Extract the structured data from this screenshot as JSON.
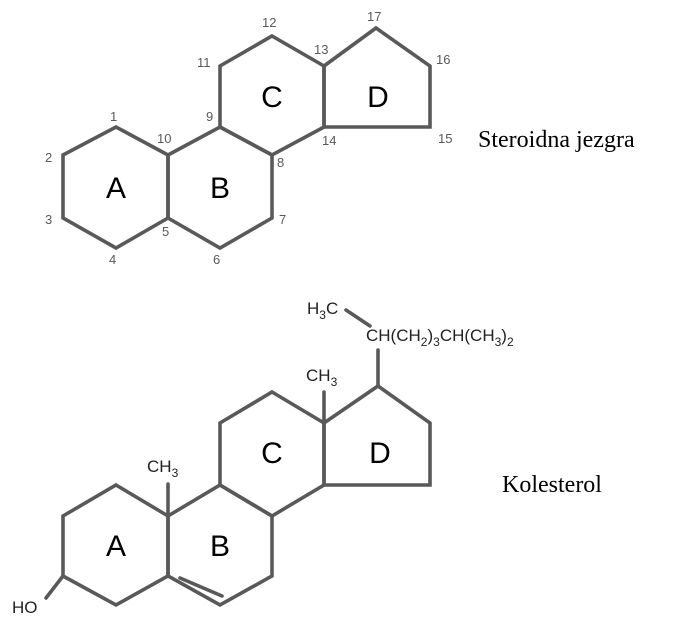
{
  "colors": {
    "bond": "#595959",
    "text": "#000000",
    "atom_number": "#595959"
  },
  "steroid": {
    "caption": "Steroidna jezgra",
    "rings": {
      "a": "A",
      "b": "B",
      "c": "C",
      "d": "D"
    },
    "atom_numbers": [
      "1",
      "2",
      "3",
      "4",
      "5",
      "6",
      "7",
      "8",
      "9",
      "10",
      "11",
      "12",
      "13",
      "14",
      "15",
      "16",
      "17"
    ]
  },
  "cholesterol": {
    "caption": "Kolesterol",
    "rings": {
      "a": "A",
      "b": "B",
      "c": "C",
      "d": "D"
    },
    "groups": {
      "methyl_19": {
        "main": "CH",
        "sub": "3"
      },
      "methyl_18": {
        "main": "CH",
        "sub": "3"
      },
      "hydroxyl": "HO",
      "methyl_21": {
        "main": "H",
        "sub": "3",
        "tail": "C"
      },
      "side_chain": {
        "p1": "CH(CH",
        "s1": "2",
        "p2": ")",
        "s2": "3",
        "p3": "CH(CH",
        "s3": "3",
        "p4": ")",
        "s4": "2"
      }
    }
  }
}
